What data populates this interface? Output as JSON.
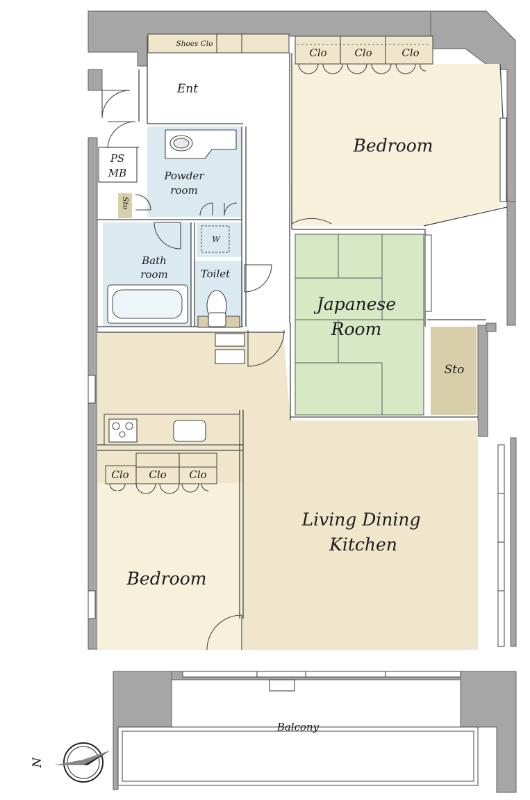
{
  "plan": {
    "rooms": {
      "entrance": "Ent",
      "shoes_closet": "Shoes Clo",
      "ps_mb_line1": "PS",
      "ps_mb_line2": "MB",
      "powder_line1": "Powder",
      "powder_line2": "room",
      "storage_small": "Sto",
      "washer": "W",
      "bath_line1": "Bath",
      "bath_line2": "room",
      "toilet": "Toilet",
      "bedroom_north": "Bedroom",
      "japanese_line1": "Japanese",
      "japanese_line2": "Room",
      "storage_large": "Sto",
      "ldk_line1": "Living Dining",
      "ldk_line2": "Kitchen",
      "bedroom_south": "Bedroom",
      "balcony": "Balcony"
    },
    "closets": {
      "bedroom_north": [
        "Clo",
        "Clo",
        "Clo"
      ],
      "bedroom_south": [
        "Clo",
        "Clo",
        "Clo"
      ]
    },
    "compass": {
      "label": "N"
    },
    "colors": {
      "wall": "#a6a6a6",
      "ldk_floor": "#efe6cb",
      "bedroom_floor": "#f7f1dc",
      "wet_area": "#dbe9f1",
      "tatami": "#d7e8c5",
      "storage": "#d8ceaa"
    }
  }
}
